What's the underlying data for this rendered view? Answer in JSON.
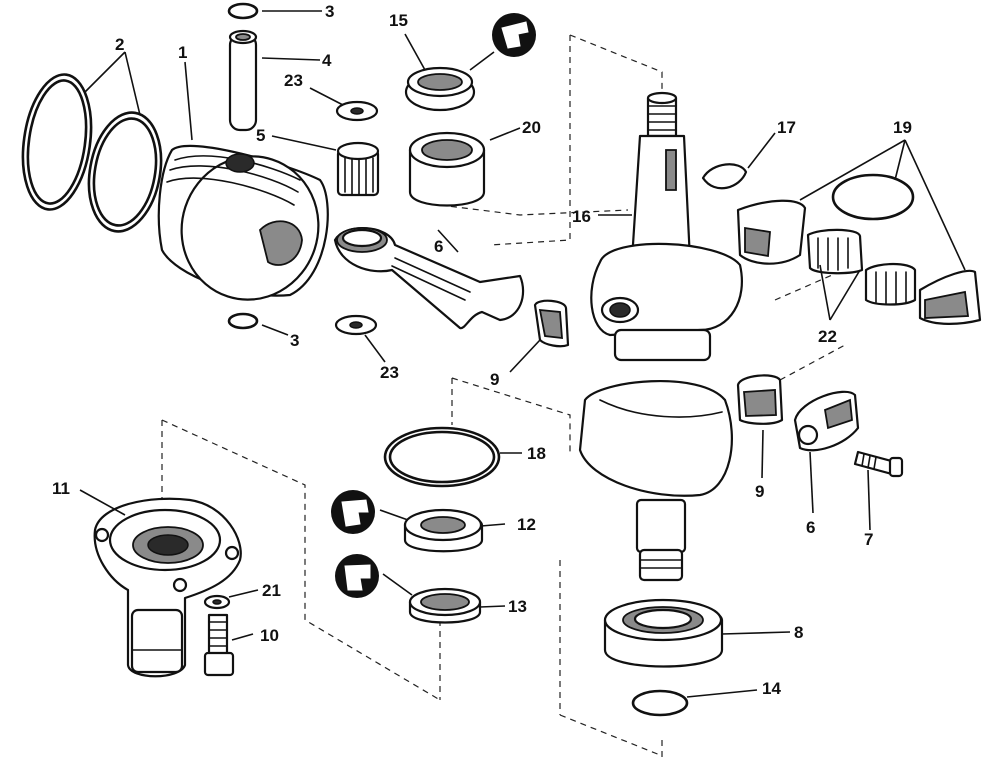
{
  "callouts": {
    "c1": "1",
    "c2": "2",
    "c3a": "3",
    "c3b": "3",
    "c4": "4",
    "c5": "5",
    "c6a": "6",
    "c6b": "6",
    "c7": "7",
    "c8": "8",
    "c9a": "9",
    "c9b": "9",
    "c10": "10",
    "c11": "11",
    "c12": "12",
    "c13": "13",
    "c14": "14",
    "c15": "15",
    "c16": "16",
    "c17": "17",
    "c18": "18",
    "c19": "19",
    "c20": "20",
    "c21": "21",
    "c22": "22",
    "c23a": "23",
    "c23b": "23"
  },
  "icons": [
    "seal-lip-icon",
    "seal-lip-icon",
    "seal-lip-icon"
  ],
  "colors": {
    "ink": "#111111",
    "paper": "#ffffff",
    "shade": "#8a8a8a"
  }
}
